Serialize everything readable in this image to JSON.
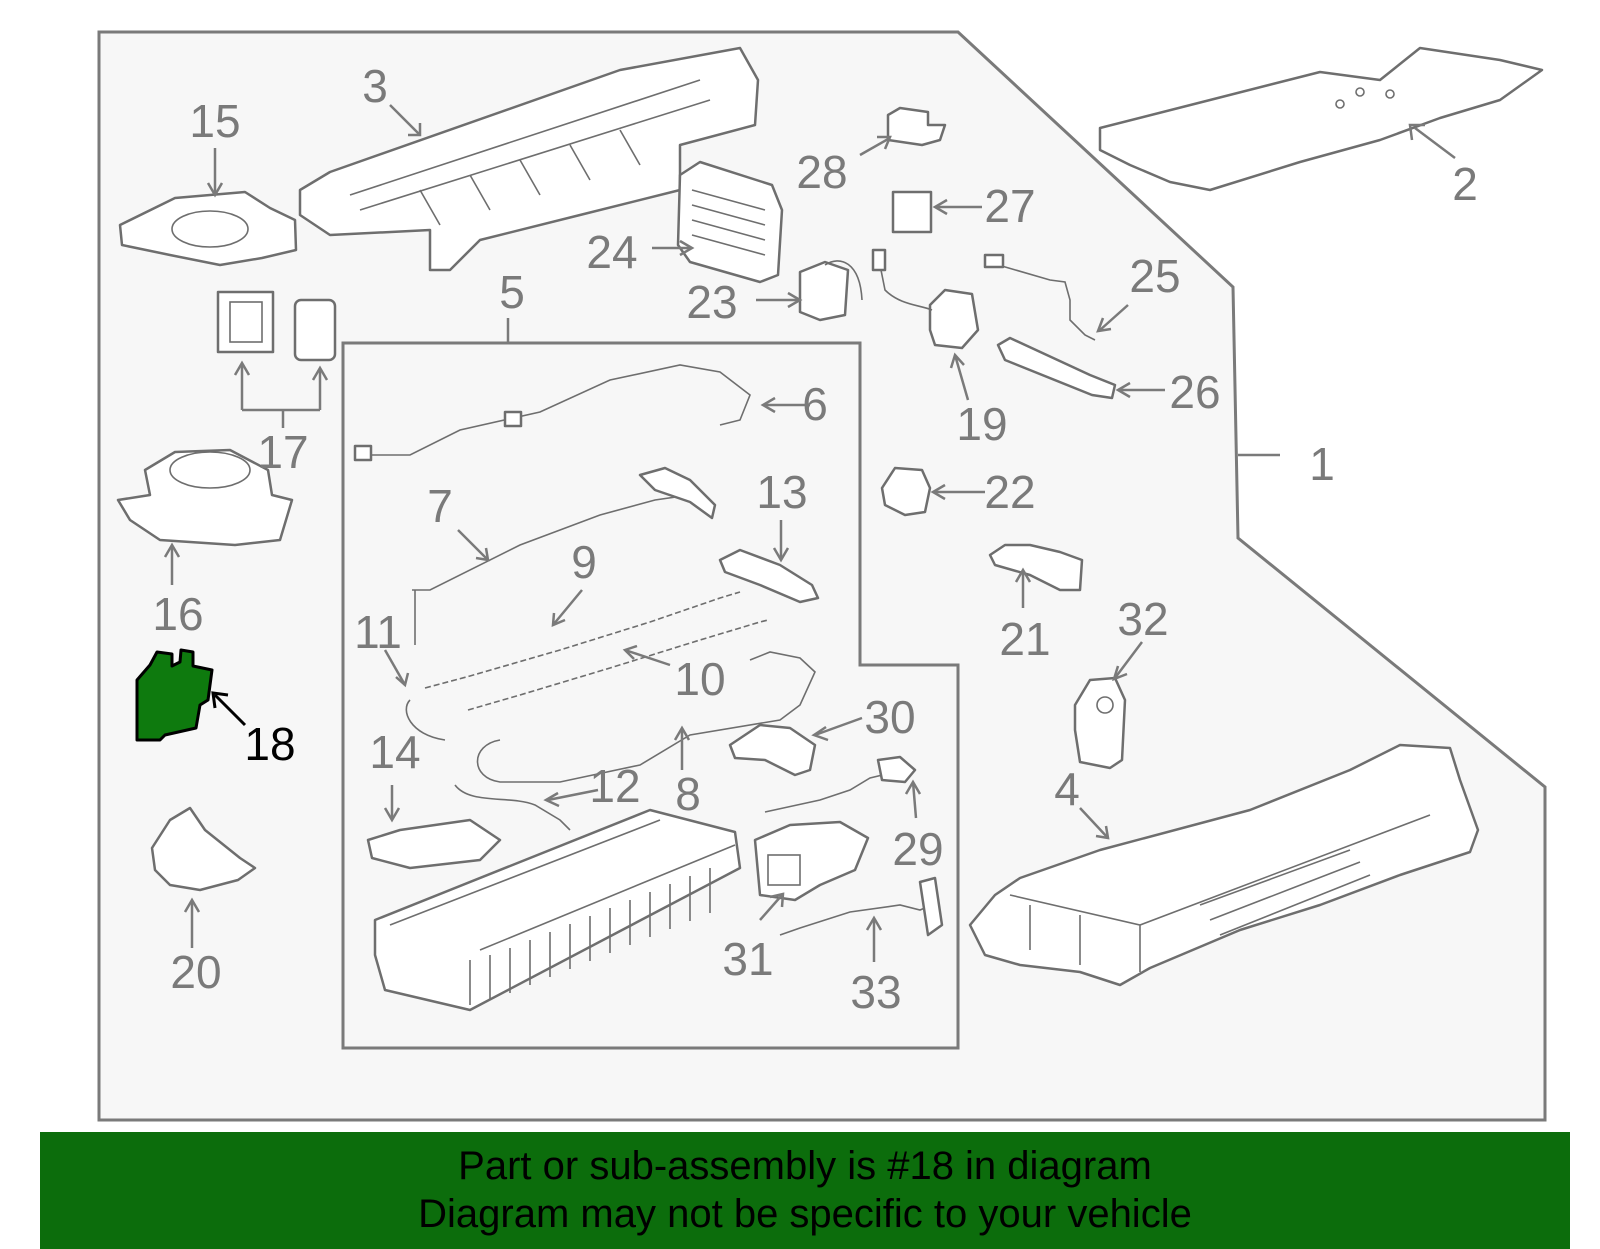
{
  "diagram": {
    "callouts": [
      "1",
      "2",
      "3",
      "4",
      "5",
      "6",
      "7",
      "8",
      "9",
      "10",
      "11",
      "12",
      "13",
      "14",
      "15",
      "16",
      "17",
      "18",
      "19",
      "20",
      "21",
      "22",
      "23",
      "24",
      "25",
      "26",
      "27",
      "28",
      "29",
      "30",
      "31",
      "32",
      "33"
    ],
    "highlighted_callout": "18"
  },
  "banner": {
    "line1": "Part or sub-assembly is #18 in diagram",
    "line2": "Diagram may not be specific to your vehicle"
  },
  "colors": {
    "highlight": "#0e7a0e",
    "banner_bg": "#0c6d0c",
    "line": "#7a7a7a",
    "panel_bg": "#f7f7f7"
  }
}
